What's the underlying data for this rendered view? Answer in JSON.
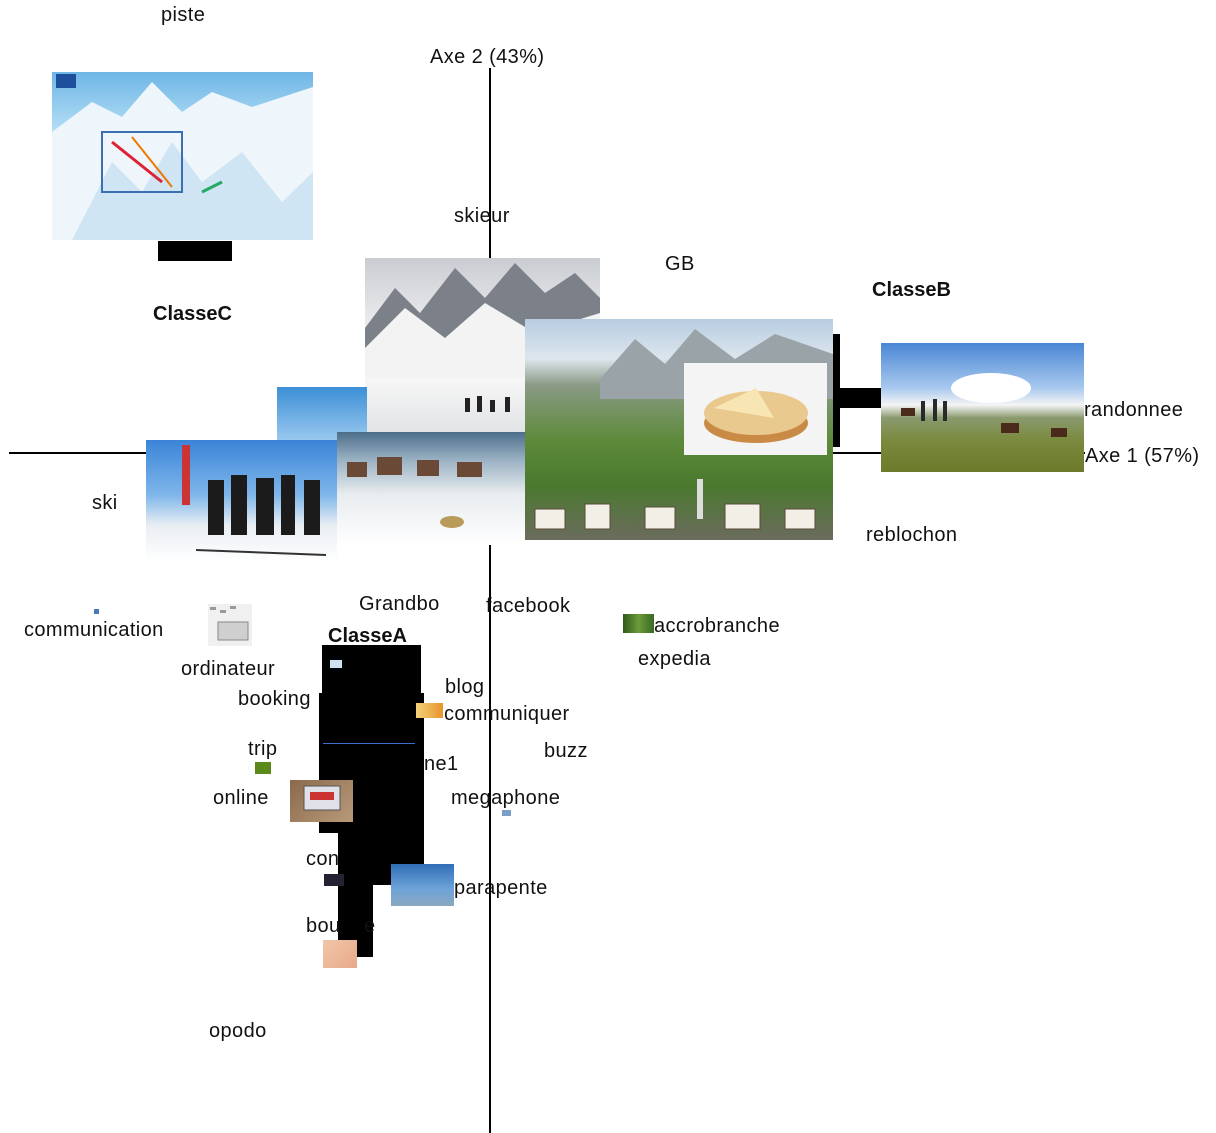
{
  "axes": {
    "axis1_label": "Axe 1 (57%)",
    "axis2_label": "Axe 2 (43%)"
  },
  "classes": {
    "a": "ClasseA",
    "b": "ClasseB",
    "c": "ClasseC"
  },
  "words": {
    "piste": "piste",
    "skieur": "skieur",
    "gb": "GB",
    "randonnee": "randonnee",
    "ski": "ski",
    "reblochon": "reblochon",
    "grandbo": "Grandbo",
    "facebook": "facebook",
    "accrobranche": "accrobranche",
    "expedia": "expedia",
    "communication": "communication",
    "ordinateur": "ordinateur",
    "booking": "booking",
    "blog": "blog",
    "communiquer": "communiquer",
    "trip": "trip",
    "ne1": "ne1",
    "buzz": "buzz",
    "online": "online",
    "megaphone": "megaphone",
    "con": "con",
    "parapente": "parapente",
    "bou": "bou",
    "e": "e",
    "opodo": "opodo"
  },
  "images": [
    "ski-resort-map",
    "snowy-peaks-skiers",
    "alpine-village",
    "reblochon-cheese",
    "hikers-meadow",
    "ski-group",
    "ski-village",
    "blue-sky",
    "computer",
    "trees",
    "laptop",
    "paraglider",
    "face",
    "megaphone"
  ],
  "colors": {
    "axis": "#000000",
    "background": "#ffffff"
  }
}
